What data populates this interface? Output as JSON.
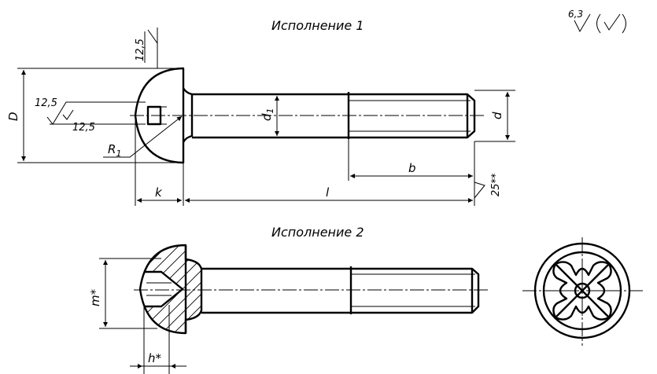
{
  "views": {
    "version1_title": "Исполнение 1",
    "version2_title": "Исполнение 2"
  },
  "surface_finish": {
    "general_value": "6,3",
    "slot_value_a": "12,5",
    "slot_value_b": "12,5",
    "head_value": "12,5",
    "thread_end_value": "25**"
  },
  "dimensions": {
    "D": "D",
    "d1": "d",
    "d1_sub": "1",
    "d": "d",
    "R1": "R",
    "R1_sub": "1",
    "k": "k",
    "l": "l",
    "b": "b",
    "m": "m*",
    "h": "h*"
  }
}
